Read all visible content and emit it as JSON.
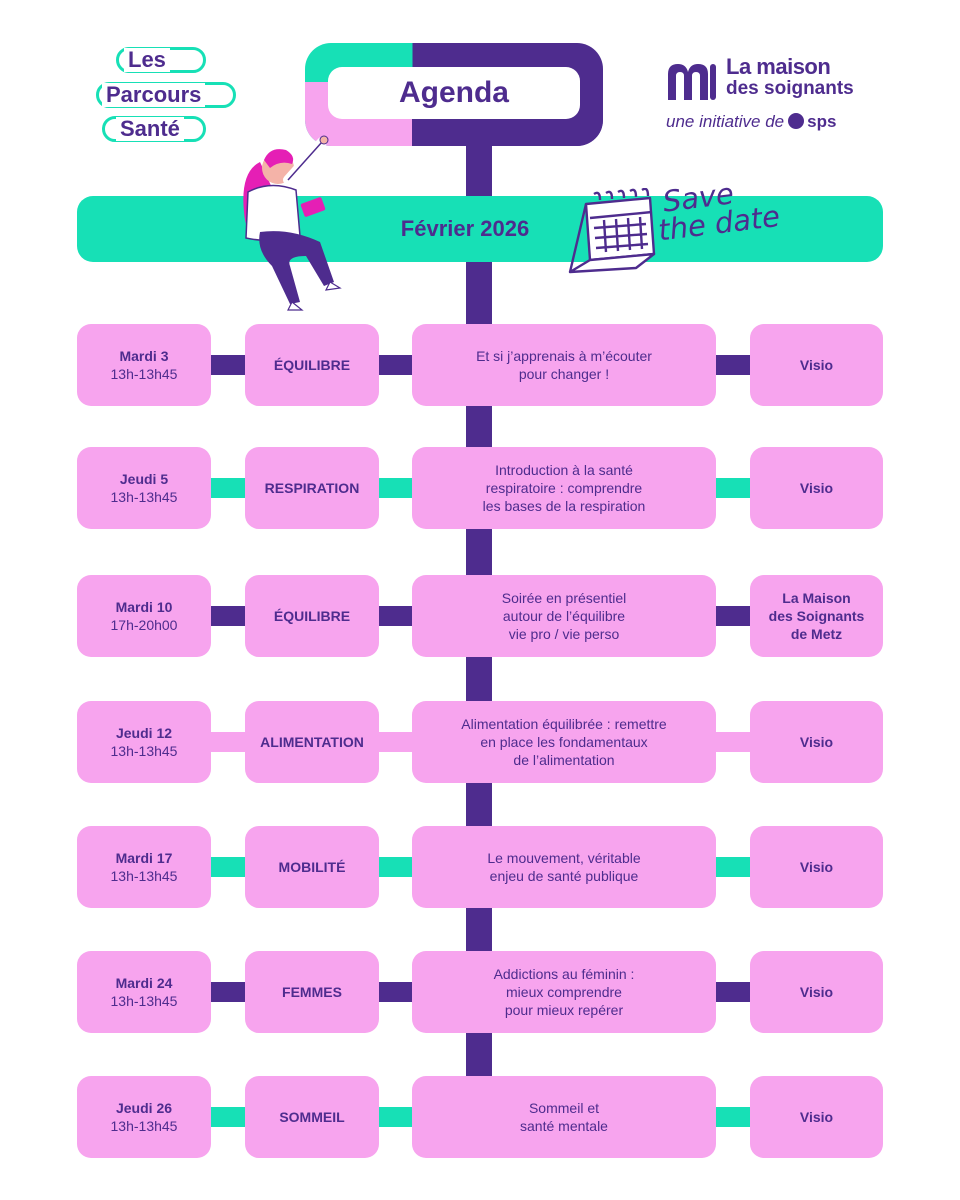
{
  "logo_left": {
    "line1": "Les",
    "line2": "Parcours",
    "line3": "Santé"
  },
  "logo_right": {
    "title": "La maison",
    "subtitle": "des soignants",
    "tagline": "une initiative de",
    "brand": "sps"
  },
  "header": {
    "title": "Agenda"
  },
  "banner": {
    "month": "Février 2026",
    "save_line1": "Save",
    "save_line2": "the date"
  },
  "colors": {
    "purple": "#4e2c8e",
    "mint": "#17e0b6",
    "pink": "#f7a4ee"
  },
  "events": [
    {
      "day": "Mardi 3",
      "time": "13h-13h45",
      "theme": "ÉQUILIBRE",
      "title": "Et si j’apprenais à m’écouter\npour changer !",
      "place": "Visio",
      "connector": "purple"
    },
    {
      "day": "Jeudi 5",
      "time": "13h-13h45",
      "theme": "RESPIRATION",
      "title": "Introduction à la santé\nrespiratoire : comprendre\nles bases de la respiration",
      "place": "Visio",
      "connector": "mint"
    },
    {
      "day": "Mardi 10",
      "time": "17h-20h00",
      "theme": "ÉQUILIBRE",
      "title": "Soirée en présentiel\nautour de l’équilibre\nvie pro / vie perso",
      "place": "La Maison\ndes Soignants\nde Metz",
      "connector": "purple"
    },
    {
      "day": "Jeudi 12",
      "time": "13h-13h45",
      "theme": "ALIMENTATION",
      "title": "Alimentation équilibrée : remettre\nen  place les fondamentaux\nde l’alimentation",
      "place": "Visio",
      "connector": "pink"
    },
    {
      "day": "Mardi 17",
      "time": "13h-13h45",
      "theme": "MOBILITÉ",
      "title": "Le mouvement, véritable\nenjeu de santé publique",
      "place": "Visio",
      "connector": "mint"
    },
    {
      "day": "Mardi 24",
      "time": "13h-13h45",
      "theme": "FEMMES",
      "title": "Addictions au féminin :\nmieux comprendre\npour mieux repérer",
      "place": "Visio",
      "connector": "purple"
    },
    {
      "day": "Jeudi 26",
      "time": "13h-13h45",
      "theme": "SOMMEIL",
      "title": "Sommeil et\nsanté mentale",
      "place": "Visio",
      "connector": "mint"
    }
  ]
}
